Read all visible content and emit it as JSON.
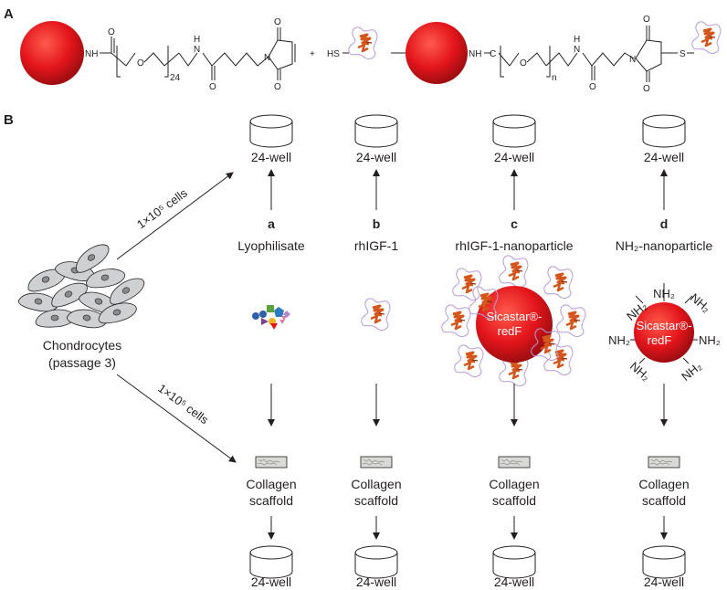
{
  "panel_a": {
    "label": "A",
    "left": {
      "nh": "NH",
      "o_top": "O",
      "o_ring": "O",
      "repeat_n": "24",
      "h": "H",
      "n": "N",
      "o_carbonyl": "O",
      "o_mal_top": "O",
      "o_mal_bottom": "O",
      "n_mal": "N"
    },
    "plus": "+",
    "hs": "HS",
    "right": {
      "nh": "NH",
      "c": "C",
      "o_ring": "O",
      "repeat_n": "n",
      "h": "H",
      "n": "N",
      "o_carbonyl": "O",
      "o_top": "O",
      "o_bottom": "O",
      "n_succ": "N",
      "s": "S"
    }
  },
  "panel_b": {
    "label": "B",
    "source": {
      "line1": "Chondrocytes",
      "line2": "(passage 3)"
    },
    "arrow_top": "1×10⁵ cells",
    "arrow_bottom": "1×10⁵ cells",
    "columns": [
      {
        "letter": "a",
        "name": "Lyophilisate",
        "well_top": "24-well",
        "scaffold1": "Collagen",
        "scaffold2": "scaffold",
        "well_bottom": "24-well"
      },
      {
        "letter": "b",
        "name": "rhIGF-1",
        "well_top": "24-well",
        "scaffold1": "Collagen",
        "scaffold2": "scaffold",
        "well_bottom": "24-well"
      },
      {
        "letter": "c",
        "name": "rhIGF-1-nanoparticle",
        "well_top": "24-well",
        "scaffold1": "Collagen",
        "scaffold2": "scaffold",
        "well_bottom": "24-well",
        "particle1": "Sicastar®-",
        "particle2": "redF"
      },
      {
        "letter": "d",
        "name": "NH₂-nanoparticle",
        "well_top": "24-well",
        "scaffold1": "Collagen",
        "scaffold2": "scaffold",
        "well_bottom": "24-well",
        "particle1": "Sicastar®-",
        "particle2": "redF",
        "ligand": "NH₂"
      }
    ]
  },
  "colors": {
    "sphere": "#e3151b",
    "sphere_dark": "#a50f14",
    "protein": "#d4561c",
    "loop": "#b79ad6",
    "well": "#231f20"
  }
}
